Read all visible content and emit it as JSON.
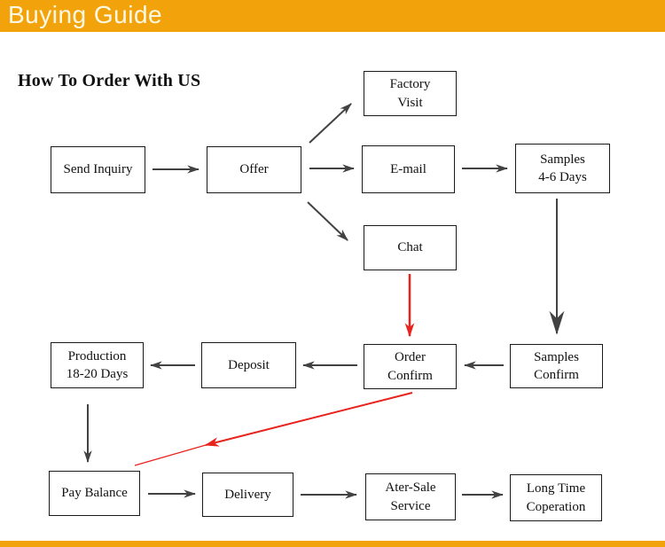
{
  "header": {
    "title": "Buying Guide"
  },
  "heading": {
    "text": "How To Order With US"
  },
  "colors": {
    "bar_orange": "#F2A30C",
    "bar_text": "#FDF8E4",
    "box_border": "#1A1A1A",
    "arrow_dark": "#424242",
    "arrow_red": "#E8231D",
    "text": "#111111",
    "background": "#FFFFFF"
  },
  "flowchart": {
    "boxes": [
      {
        "id": "factory-visit",
        "label": "Factory\nVisit"
      },
      {
        "id": "send-inquiry",
        "label": "Send Inquiry"
      },
      {
        "id": "offer",
        "label": "Offer"
      },
      {
        "id": "email",
        "label": "E-mail"
      },
      {
        "id": "samples-4-6-days",
        "label": "Samples\n4-6 Days"
      },
      {
        "id": "chat",
        "label": "Chat"
      },
      {
        "id": "production-18-20-days",
        "label": "Production\n18-20 Days"
      },
      {
        "id": "deposit",
        "label": "Deposit"
      },
      {
        "id": "order-confirm",
        "label": "Order\nConfirm"
      },
      {
        "id": "samples-confirm",
        "label": "Samples\nConfirm"
      },
      {
        "id": "pay-balance",
        "label": "Pay Balance"
      },
      {
        "id": "delivery",
        "label": "Delivery"
      },
      {
        "id": "ater-sale-service",
        "label": "Ater-Sale\nService"
      },
      {
        "id": "long-time-coperation",
        "label": "Long Time\nCoperation"
      }
    ],
    "connections": [
      {
        "from": "Send Inquiry",
        "to": "Offer",
        "color": "dark"
      },
      {
        "from": "Offer",
        "to": "Factory Visit",
        "color": "dark"
      },
      {
        "from": "Offer",
        "to": "E-mail",
        "color": "dark"
      },
      {
        "from": "Offer",
        "to": "Chat",
        "color": "dark"
      },
      {
        "from": "E-mail",
        "to": "Samples 4-6 Days",
        "color": "dark"
      },
      {
        "from": "Samples 4-6 Days",
        "to": "Samples Confirm",
        "color": "dark"
      },
      {
        "from": "Chat",
        "to": "Order Confirm",
        "color": "red"
      },
      {
        "from": "Samples Confirm",
        "to": "Order Confirm",
        "color": "dark"
      },
      {
        "from": "Order Confirm",
        "to": "Deposit",
        "color": "dark"
      },
      {
        "from": "Deposit",
        "to": "Production 18-20 Days",
        "color": "dark"
      },
      {
        "from": "Production 18-20 Days",
        "to": "Pay Balance",
        "color": "dark"
      },
      {
        "from": "Order Confirm",
        "to": "Pay Balance",
        "color": "red"
      },
      {
        "from": "Pay Balance",
        "to": "Delivery",
        "color": "dark"
      },
      {
        "from": "Delivery",
        "to": "Ater-Sale Service",
        "color": "dark"
      },
      {
        "from": "Ater-Sale Service",
        "to": "Long Time Coperation",
        "color": "dark"
      }
    ]
  }
}
